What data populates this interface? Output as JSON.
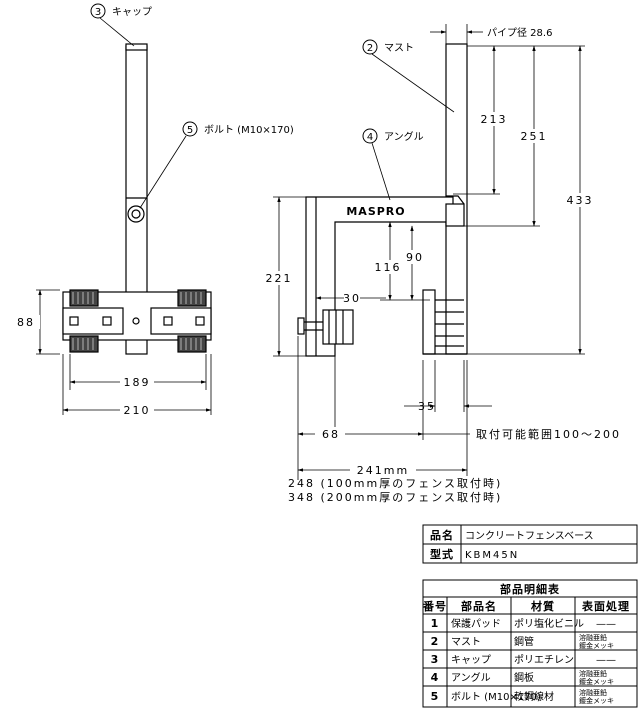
{
  "parts_callouts": {
    "cap": {
      "num": "3",
      "label": "キャップ"
    },
    "bolt": {
      "num": "5",
      "label": "ボルト (M10×170)"
    },
    "mast": {
      "num": "2",
      "label": "マスト"
    },
    "angle": {
      "num": "4",
      "label": "アングル"
    }
  },
  "brand_label": "MASPRO",
  "dimensions": {
    "pipe_diameter": "パイプ径 28.6",
    "d213": "213",
    "d251": "251",
    "d433": "433",
    "d221": "221",
    "d116": "116",
    "d90": "90",
    "d30": "30",
    "d88": "88",
    "d189": "189",
    "d210": "210",
    "d35": "35",
    "d68": "68",
    "mount_range": "取付可能範囲100～200",
    "d241": "241mm",
    "d248": "248 (100mm厚のフェンス取付時)",
    "d348": "348 (200mm厚のフェンス取付時)"
  },
  "product_table": {
    "name_label": "品名",
    "name_value": "コンクリートフェンスベース",
    "model_label": "型式",
    "model_value": "KBM45N"
  },
  "parts_table": {
    "title": "部品明細表",
    "headers": [
      "番号",
      "部品名",
      "材質",
      "表面処理"
    ],
    "rows": [
      {
        "no": "1",
        "name": "保護パッド",
        "material": "ポリ塩化ビニル",
        "finish": "——",
        "finish2": ""
      },
      {
        "no": "2",
        "name": "マスト",
        "material": "鋼管",
        "finish": "溶融亜鉛",
        "finish2": "鍍金メッキ"
      },
      {
        "no": "3",
        "name": "キャップ",
        "material": "ポリエチレン",
        "finish": "——",
        "finish2": ""
      },
      {
        "no": "4",
        "name": "アングル",
        "material": "鋼板",
        "finish": "溶融亜鉛",
        "finish2": "鍍金メッキ"
      },
      {
        "no": "5",
        "name": "ボルト (M10×170)",
        "material": "軟鋼線材",
        "finish": "溶融亜鉛",
        "finish2": "鍍金メッキ"
      }
    ]
  }
}
